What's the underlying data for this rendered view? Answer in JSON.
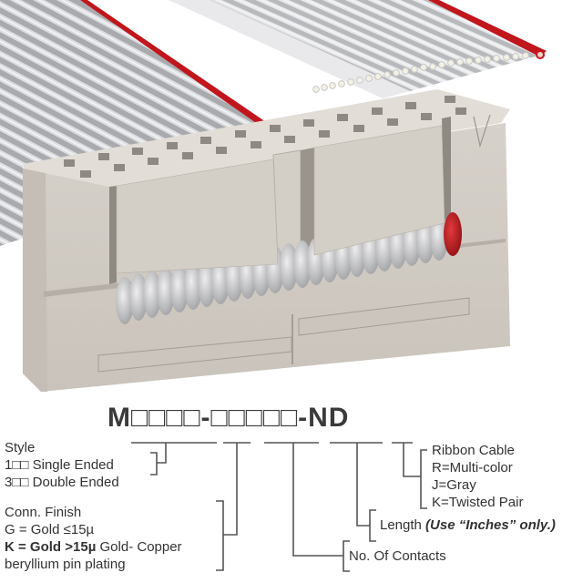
{
  "part_number": {
    "prefix": "M",
    "group1": "□□□□",
    "sep1": "-",
    "group2": "□□□□□",
    "suffix": "-ND"
  },
  "legend": {
    "style": {
      "title": "Style",
      "options": [
        "1□□ Single Ended",
        "3□□ Double Ended"
      ]
    },
    "conn_finish": {
      "title": "Conn. Finish",
      "options": [
        "G = Gold ≤15µ",
        "K = Gold >15µ",
        " Gold- Copper",
        "beryllium pin plating"
      ]
    },
    "ribbon_cable": {
      "title": "Ribbon Cable",
      "options": [
        "R=Multi-color",
        "J=Gray",
        "K=Twisted Pair"
      ]
    },
    "length": {
      "label": "Length ",
      "note": "(Use “Inches” only.)"
    },
    "contacts": {
      "label": "No. Of Contacts"
    }
  },
  "colors": {
    "cable_gray": "#b9babc",
    "cable_highlight": "#e6e7e8",
    "stripe_red": "#c0161c",
    "housing": "#d9d4cd",
    "housing_shadow": "#b5afa7",
    "text": "#333333",
    "line": "#555555"
  }
}
